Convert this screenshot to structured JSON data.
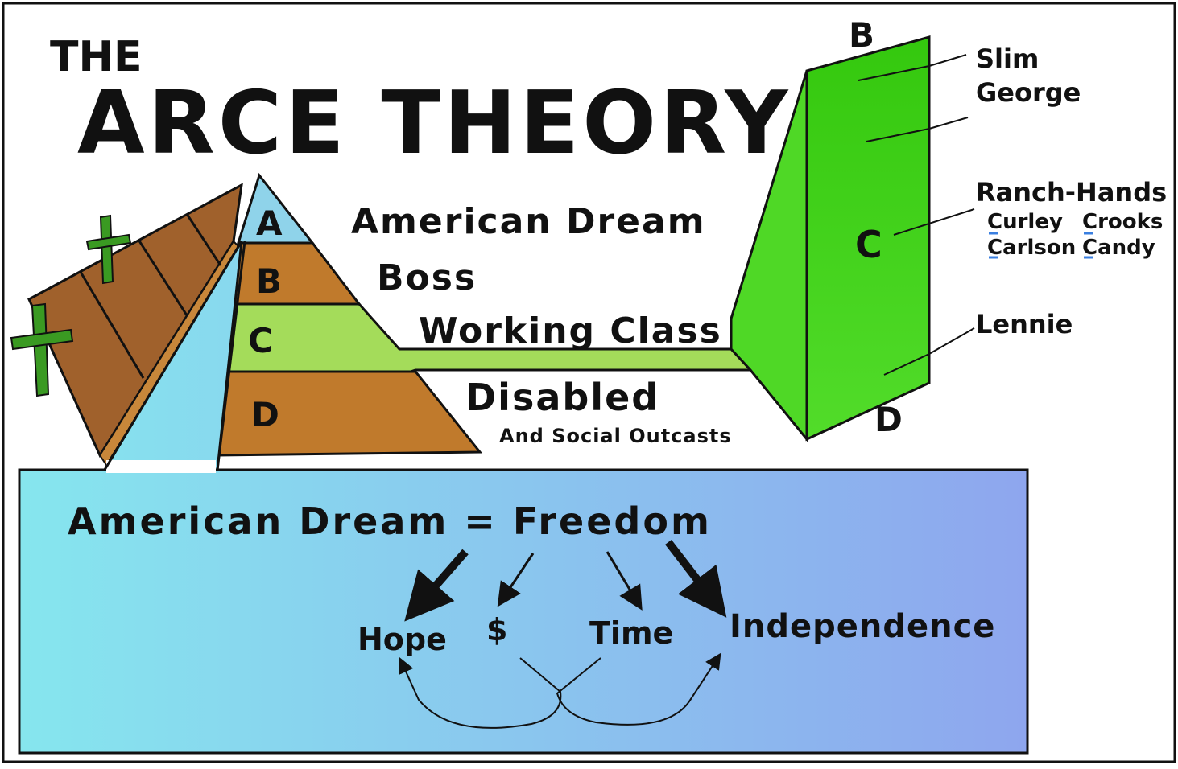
{
  "title": {
    "small": "THE",
    "main": "ARCE THEORY"
  },
  "pyramid": {
    "levels": [
      {
        "letter": "A",
        "label": "American Dream",
        "color": "#8fd3ea"
      },
      {
        "letter": "B",
        "label": "Boss",
        "color": "#c07a2c"
      },
      {
        "letter": "C",
        "label": "Working Class",
        "color": "#a4dc5a"
      },
      {
        "letter": "D",
        "label": "Disabled",
        "sublabel": "And Social Outcasts",
        "color": "#c07a2c"
      }
    ]
  },
  "prism": {
    "top_letter": "B",
    "middle_letter": "C",
    "bottom_letter": "D",
    "color": "#36d014",
    "labels": {
      "slim": "Slim",
      "george": "George",
      "ranch_hands": "Ranch-Hands",
      "curley": "Curley",
      "crooks": "Crooks",
      "carlson": "Carlson",
      "candy": "Candy",
      "lennie": "Lennie"
    }
  },
  "dream_box": {
    "equation": "American Dream = Freedom",
    "outcomes": [
      "Hope",
      "$",
      "Time",
      "Independence"
    ],
    "gradient_start": "#86e6ee",
    "gradient_end": "#8ea6ee"
  },
  "colors": {
    "wood": "#a0612c",
    "cactus": "#3a9a22",
    "outline": "#111111"
  }
}
